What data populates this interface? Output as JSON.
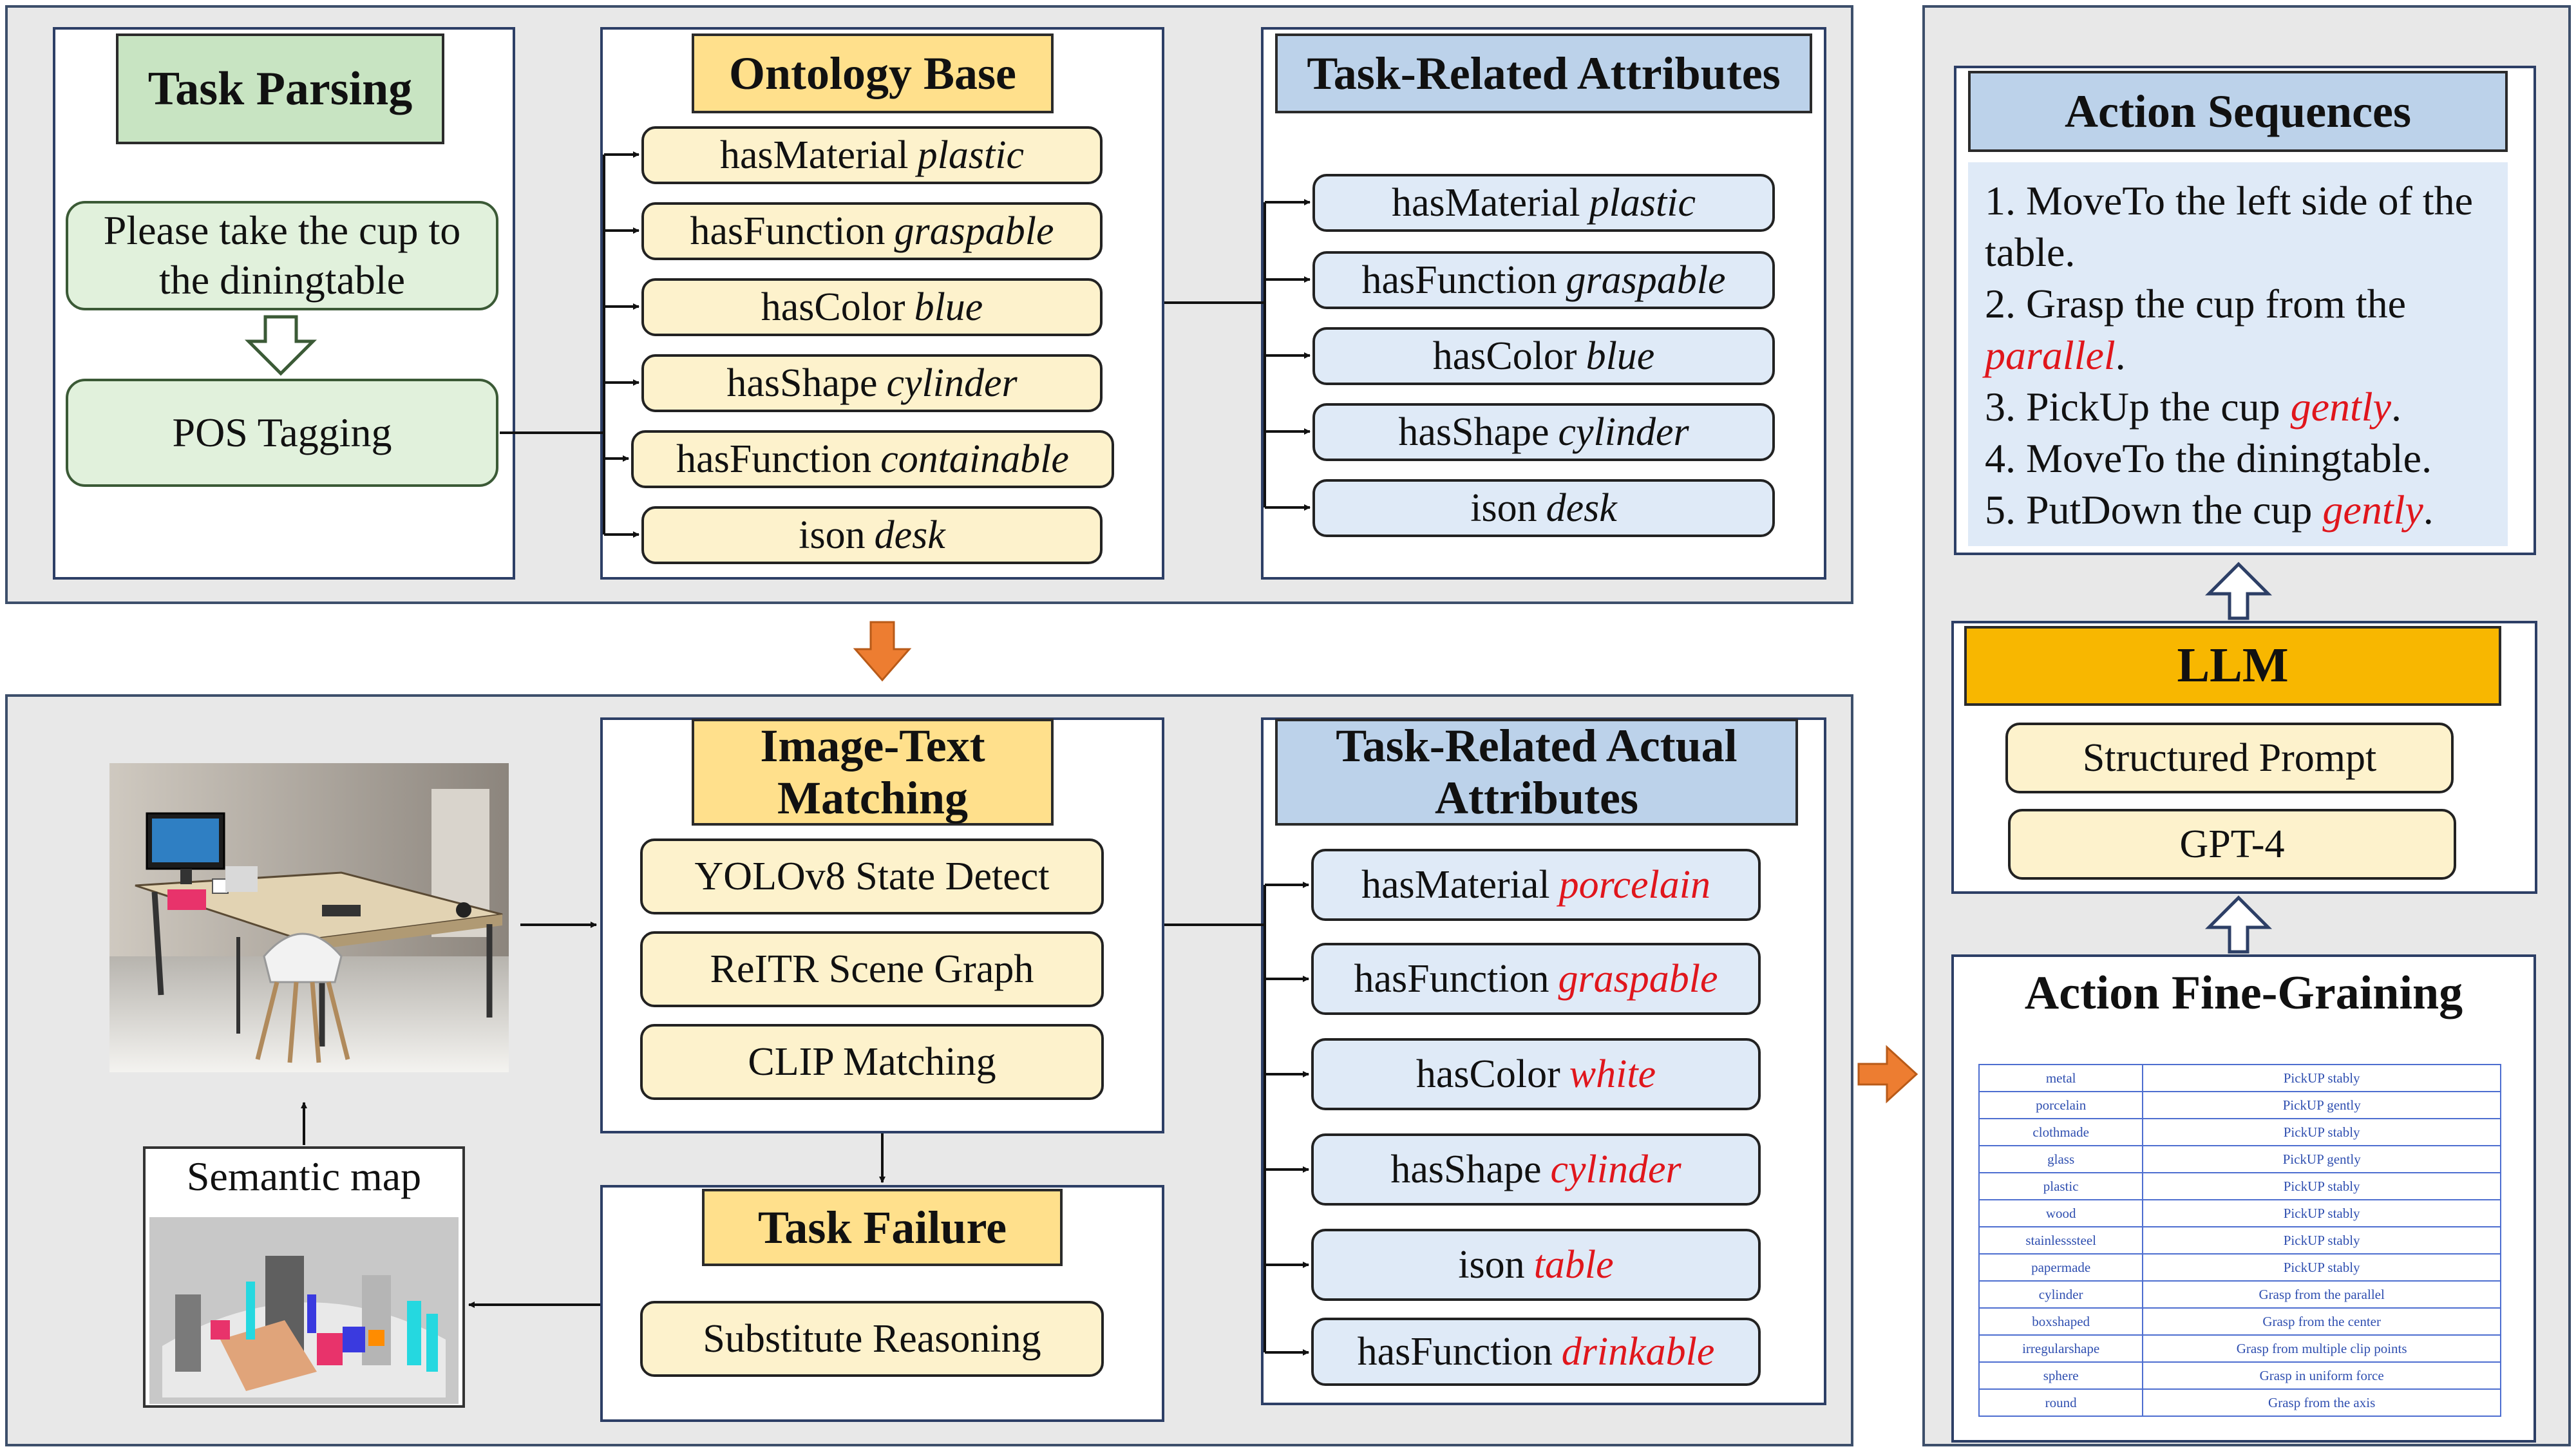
{
  "task_parsing": {
    "title": "Task Parsing",
    "instruction": "Please take the cup to the diningtable",
    "pos_tagging": "POS Tagging"
  },
  "ontology_base": {
    "title": "Ontology Base",
    "items": [
      {
        "prop": "hasMaterial",
        "value": "plastic"
      },
      {
        "prop": "hasFunction",
        "value": "graspable"
      },
      {
        "prop": "hasColor",
        "value": "blue"
      },
      {
        "prop": "hasShape",
        "value": "cylinder"
      },
      {
        "prop": "hasFunction",
        "value": "containable"
      },
      {
        "prop": "ison",
        "value": "desk"
      }
    ]
  },
  "task_related_attributes": {
    "title": "Task-Related Attributes",
    "items": [
      {
        "prop": "hasMaterial",
        "value": "plastic"
      },
      {
        "prop": "hasFunction",
        "value": "graspable"
      },
      {
        "prop": "hasColor",
        "value": "blue"
      },
      {
        "prop": "hasShape",
        "value": "cylinder"
      },
      {
        "prop": "ison",
        "value": "desk"
      }
    ]
  },
  "image_text_matching": {
    "title": "Image-Text Matching",
    "items": [
      "YOLOv8 State Detect",
      "ReITR Scene Graph",
      "CLIP Matching"
    ]
  },
  "task_related_actual": {
    "title": "Task-Related Actual Attributes",
    "items": [
      {
        "prop": "hasMaterial",
        "value": "porcelain"
      },
      {
        "prop": "hasFunction",
        "value": "graspable"
      },
      {
        "prop": "hasColor",
        "value": "white"
      },
      {
        "prop": "hasShape",
        "value": "cylinder"
      },
      {
        "prop": "ison",
        "value": "table"
      },
      {
        "prop": "hasFunction",
        "value": "drinkable"
      }
    ]
  },
  "task_failure": {
    "title": "Task Failure",
    "item": "Substitute Reasoning"
  },
  "semantic_map": {
    "label": "Semantic map"
  },
  "action_sequences": {
    "title": "Action Sequences",
    "steps": [
      {
        "text": "1. MoveTo the left side of the table.",
        "highlight": "",
        "suffix": ""
      },
      {
        "text": "2. Grasp the cup from the ",
        "highlight": "parallel",
        "suffix": "."
      },
      {
        "text": "3. PickUp the cup ",
        "highlight": "gently",
        "suffix": "."
      },
      {
        "text": "4. MoveTo the diningtable.",
        "highlight": "",
        "suffix": ""
      },
      {
        "text": "5. PutDown the cup ",
        "highlight": "gently",
        "suffix": "."
      }
    ]
  },
  "llm": {
    "title": "LLM",
    "items": [
      "Structured Prompt",
      "GPT-4"
    ]
  },
  "action_fine_graining": {
    "title": "Action Fine-Graining",
    "rows": [
      [
        "metal",
        "PickUP stably"
      ],
      [
        "porcelain",
        "PickUP gently"
      ],
      [
        "clothmade",
        "PickUP stably"
      ],
      [
        "glass",
        "PickUP gently"
      ],
      [
        "plastic",
        "PickUP stably"
      ],
      [
        "wood",
        "PickUP stably"
      ],
      [
        "stainlesssteel",
        "PickUP stably"
      ],
      [
        "papermade",
        "PickUP stably"
      ],
      [
        "cylinder",
        "Grasp from the parallel"
      ],
      [
        "boxshaped",
        "Grasp from the center"
      ],
      [
        "irregularshape",
        "Grasp from multiple clip points"
      ],
      [
        "sphere",
        "Grasp in uniform force"
      ],
      [
        "round",
        "Grasp from the axis"
      ]
    ]
  },
  "colors": {
    "panel_border": "#3d4f6b",
    "orange_arrow": "#ed7d31",
    "highlight_red": "#e0161c",
    "llm_header": "#f8b700"
  }
}
